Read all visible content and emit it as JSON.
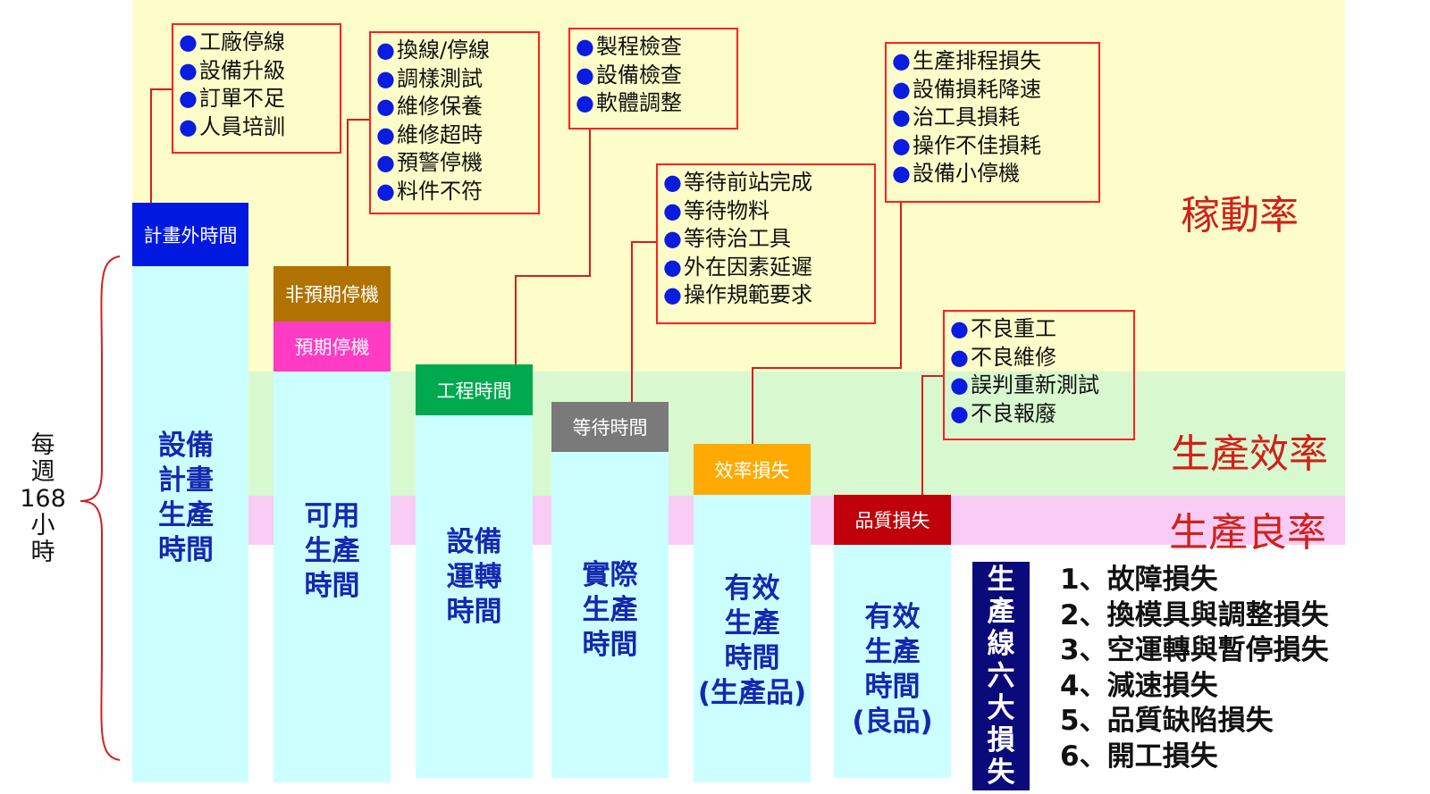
{
  "weekly": {
    "line1": "每",
    "line2": "週",
    "hours": "168",
    "line4": "小",
    "line5": "時"
  },
  "rates": {
    "availability": "稼動率",
    "efficiency": "生產效率",
    "yield": "生產良率"
  },
  "columns": [
    {
      "header": "計畫外時間",
      "header_color": "#0018e0",
      "body": "設備\n計畫\n生產\n時間"
    },
    {
      "header": "非預期停機",
      "header_color": "#b07200",
      "header2": "預期停機",
      "header2_color": "#ff3bc4",
      "body": "可用\n生產\n時間"
    },
    {
      "header": "工程時間",
      "header_color": "#00a94e",
      "body": "設備\n運轉\n時間"
    },
    {
      "header": "等待時間",
      "header_color": "#7a7a7a",
      "body": "實際\n生產\n時間"
    },
    {
      "header": "效率損失",
      "header_color": "#ffaa00",
      "body": "有效\n生產\n時間\n(生產品)"
    },
    {
      "header": "品質損失",
      "header_color": "#c0000a",
      "body": "有效\n生產\n時間\n(良品)"
    }
  ],
  "boxes": [
    {
      "items": [
        "工廠停線",
        "設備升級",
        "訂單不足",
        "人員培訓"
      ]
    },
    {
      "items": [
        "換線/停線",
        "調樣測試",
        "維修保養",
        "維修超時",
        "預警停機",
        "料件不符"
      ]
    },
    {
      "items": [
        "製程檢查",
        "設備檢查",
        "軟體調整"
      ]
    },
    {
      "items": [
        "等待前站完成",
        "等待物料",
        "等待治工具",
        "外在因素延遲",
        "操作規範要求"
      ]
    },
    {
      "items": [
        "生產排程損失",
        "設備損耗降速",
        "治工具損耗",
        "操作不佳損耗",
        "設備小停機"
      ]
    },
    {
      "items": [
        "不良重工",
        "不良維修",
        "誤判重新測試",
        "不良報廢"
      ]
    }
  ],
  "six_losses": {
    "title_chars": [
      "生",
      "產",
      "線",
      "六",
      "大",
      "損",
      "失"
    ],
    "items": [
      "1、故障損失",
      "2、換模具與調整損失",
      "3、空運轉與暫停損失",
      "4、減速損失",
      "5、品質缺陷損失",
      "6、開工損失"
    ]
  }
}
